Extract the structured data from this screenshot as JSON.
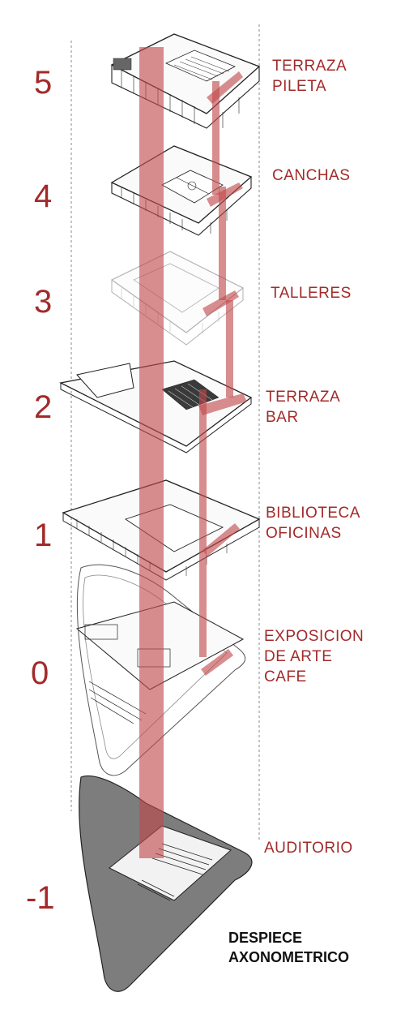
{
  "colors": {
    "accent": "#a32a2a",
    "core": "#c0484b",
    "ink": "#1a1a1a",
    "ghost": "#b0b0b0",
    "base": "#7d7d7d"
  },
  "levels": [
    {
      "number": "5",
      "lines": [
        "TERRAZA",
        "PILETA"
      ]
    },
    {
      "number": "4",
      "lines": [
        "CANCHAS"
      ]
    },
    {
      "number": "3",
      "lines": [
        "TALLERES"
      ]
    },
    {
      "number": "2",
      "lines": [
        "TERRAZA",
        "BAR"
      ]
    },
    {
      "number": "1",
      "lines": [
        "BIBLIOTECA",
        "OFICINAS"
      ]
    },
    {
      "number": "0",
      "lines": [
        "EXPOSICION",
        "DE ARTE",
        "CAFE"
      ]
    },
    {
      "number": "-1",
      "lines": [
        "AUDITORIO"
      ]
    }
  ],
  "title": {
    "line1": "DESPIECE",
    "line2": "AXONOMETRICO"
  }
}
